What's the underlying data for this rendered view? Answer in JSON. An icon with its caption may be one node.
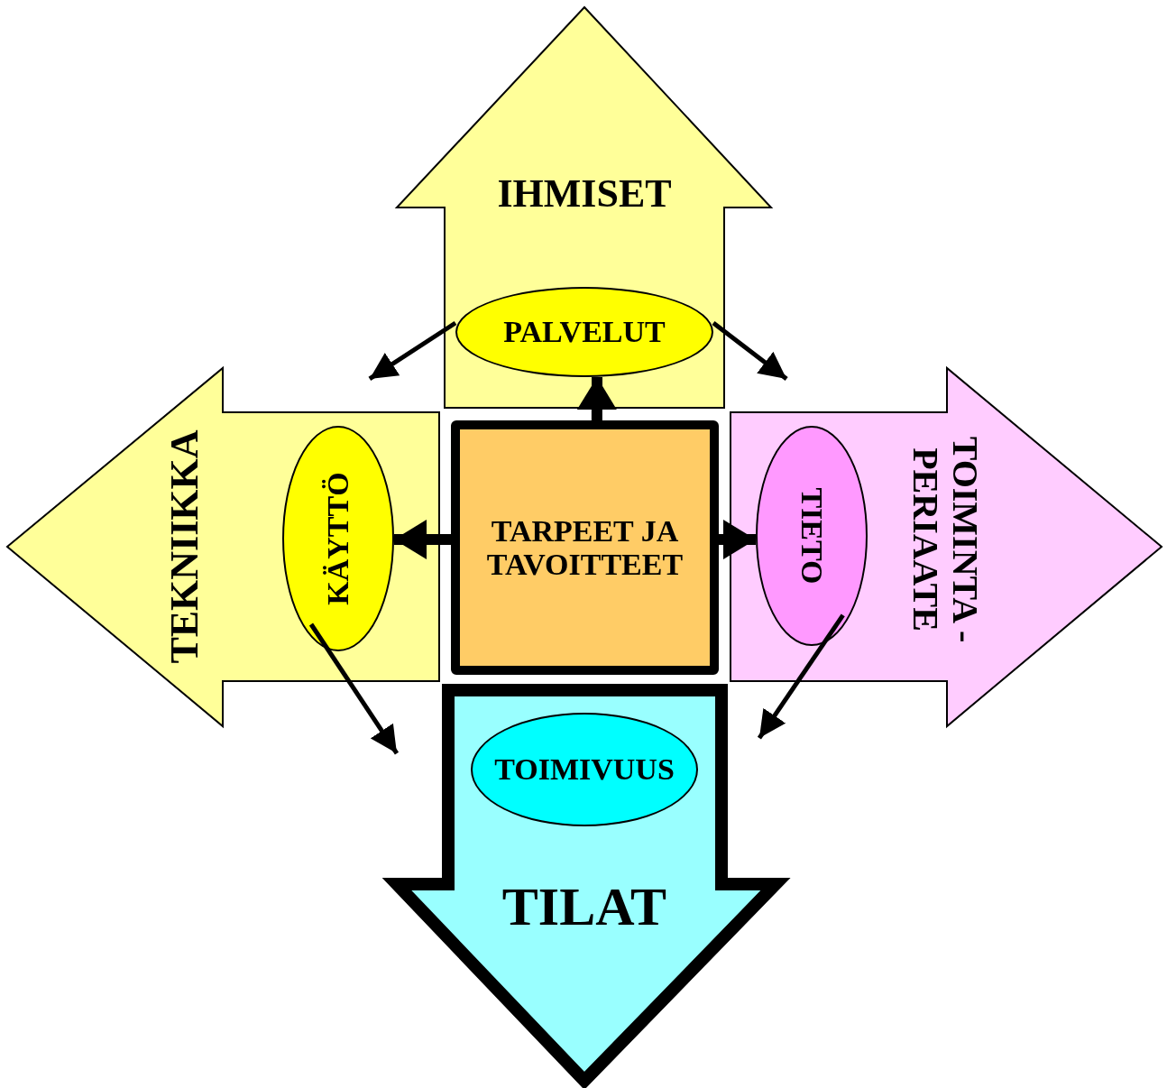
{
  "diagram": {
    "nodes": [
      {
        "text": [
          "IHMISET"
        ]
      },
      {
        "text": [
          "PALVELUT"
        ],
        "in": 0
      },
      {
        "text": [
          "TEKNIIKKA"
        ]
      },
      {
        "text": [
          "KÄYTTÖ"
        ],
        "in": 2
      },
      {
        "text": [
          "TARPEET JA TAVOITTEET"
        ]
      },
      {
        "text": [
          "TOIMINTA - PERIAATE"
        ]
      },
      {
        "text": [
          "TIETO"
        ],
        "in": 5
      },
      {
        "text": [
          "TILAT"
        ]
      },
      {
        "text": [
          "TOIMIVUUS"
        ],
        "in": 7
      }
    ],
    "edges": [
      {
        "from": 4,
        "to": 1,
        "arrow": "to",
        "style": "thick"
      },
      {
        "from": 4,
        "to": 3,
        "arrow": "to",
        "style": "thick"
      },
      {
        "from": 4,
        "to": 6,
        "arrow": "to",
        "style": "thick"
      },
      {
        "from": 1,
        "to": 2,
        "arrow": "to"
      },
      {
        "from": 1,
        "to": 5,
        "arrow": "to"
      },
      {
        "from": 3,
        "to": 7,
        "arrow": "to"
      },
      {
        "from": 6,
        "to": 7,
        "arrow": "to"
      }
    ]
  }
}
